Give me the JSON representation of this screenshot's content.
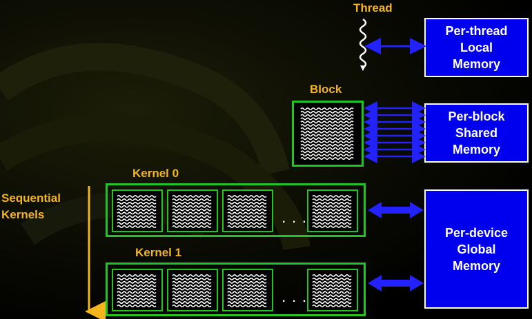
{
  "labels": {
    "thread": "Thread",
    "block": "Block",
    "kernel0": "Kernel 0",
    "kernel1": "Kernel 1",
    "sequential_line1": "Sequential",
    "sequential_line2": "Kernels",
    "ellipsis": ". . ."
  },
  "memory": {
    "thread": [
      "Per-thread",
      "Local",
      "Memory"
    ],
    "block": [
      "Per-block",
      "Shared",
      "Memory"
    ],
    "device": [
      "Per-device",
      "Global",
      "Memory"
    ]
  },
  "colors": {
    "label": "#f5b51d",
    "memory_box": "#0000ee",
    "border_green": "#22c422",
    "arrow_blue": "#2222ff"
  }
}
